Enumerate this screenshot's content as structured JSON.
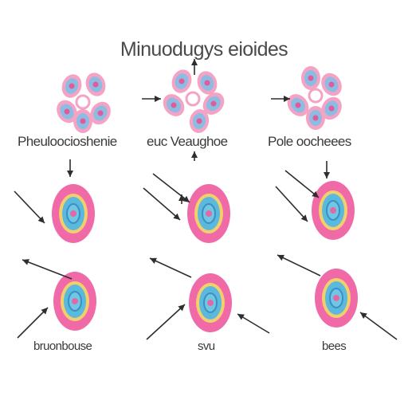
{
  "title": "Minuodugys eioides",
  "row1_labels": [
    "Pheuloocioshenie",
    "euc Veaughoe",
    "Pole oocheees"
  ],
  "row3_labels": [
    "bruonbouse",
    "svu",
    "bees"
  ],
  "colors": {
    "cell_outer": "#f06aa8",
    "cell_ring_yellow": "#f3cf6c",
    "cell_ring_blue": "#5ab9dc",
    "cell_core": "#e06aa8",
    "petal_pink": "#f4a3c4",
    "petal_blue": "#79c1e6",
    "arrow": "#2e2e2e",
    "text": "#3a3a3a"
  },
  "icons": [
    "flower-cluster-icon",
    "oval-cell-icon",
    "arrow-icon"
  ]
}
